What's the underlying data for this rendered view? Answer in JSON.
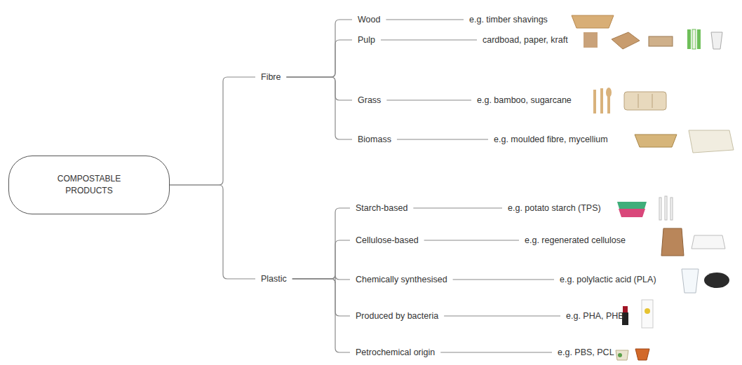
{
  "diagram": {
    "nodes": [
      {
        "text": [
          "COMPOSTABLE PRODUCTS"
        ]
      },
      {
        "text": [
          "Fibre"
        ]
      },
      {
        "text": [
          "Wood"
        ]
      },
      {
        "text": [
          "e.g. timber shavings"
        ]
      },
      {
        "text": [
          "Pulp"
        ]
      },
      {
        "text": [
          "cardboad, paper, kraft"
        ]
      },
      {
        "text": [
          "Grass"
        ]
      },
      {
        "text": [
          "e.g. bamboo, sugarcane"
        ]
      },
      {
        "text": [
          "Biomass"
        ]
      },
      {
        "text": [
          "e.g. moulded fibre, mycellium"
        ]
      },
      {
        "text": [
          "Plastic"
        ]
      },
      {
        "text": [
          "Starch-based"
        ]
      },
      {
        "text": [
          "e.g. potato starch (TPS)"
        ]
      },
      {
        "text": [
          "Cellulose-based"
        ]
      },
      {
        "text": [
          "e.g. regenerated cellulose"
        ]
      },
      {
        "text": [
          "Chemically synthesised"
        ]
      },
      {
        "text": [
          "e.g. polylactic acid (PLA)"
        ]
      },
      {
        "text": [
          "Produced by bacteria"
        ]
      },
      {
        "text": [
          "e.g. PHA, PHB"
        ]
      },
      {
        "text": [
          "Petrochemical origin"
        ]
      },
      {
        "text": [
          "e.g. PBS, PCL"
        ]
      }
    ],
    "edges": [
      {
        "from": 0,
        "to": 1,
        "arrow": "none"
      },
      {
        "from": 0,
        "to": 10,
        "arrow": "none"
      },
      {
        "from": 1,
        "to": 2,
        "arrow": "none"
      },
      {
        "from": 1,
        "to": 4,
        "arrow": "none"
      },
      {
        "from": 1,
        "to": 6,
        "arrow": "none"
      },
      {
        "from": 1,
        "to": 8,
        "arrow": "none"
      },
      {
        "from": 2,
        "to": 3,
        "arrow": "none"
      },
      {
        "from": 4,
        "to": 5,
        "arrow": "none"
      },
      {
        "from": 6,
        "to": 7,
        "arrow": "none"
      },
      {
        "from": 8,
        "to": 9,
        "arrow": "none"
      },
      {
        "from": 10,
        "to": 11,
        "arrow": "none"
      },
      {
        "from": 10,
        "to": 13,
        "arrow": "none"
      },
      {
        "from": 10,
        "to": 15,
        "arrow": "none"
      },
      {
        "from": 10,
        "to": 17,
        "arrow": "none"
      },
      {
        "from": 10,
        "to": 19,
        "arrow": "none"
      },
      {
        "from": 11,
        "to": 12,
        "arrow": "none"
      },
      {
        "from": 13,
        "to": 14,
        "arrow": "none"
      },
      {
        "from": 15,
        "to": 16,
        "arrow": "none"
      },
      {
        "from": 17,
        "to": 18,
        "arrow": "none"
      },
      {
        "from": 19,
        "to": 20,
        "arrow": "none"
      }
    ]
  }
}
